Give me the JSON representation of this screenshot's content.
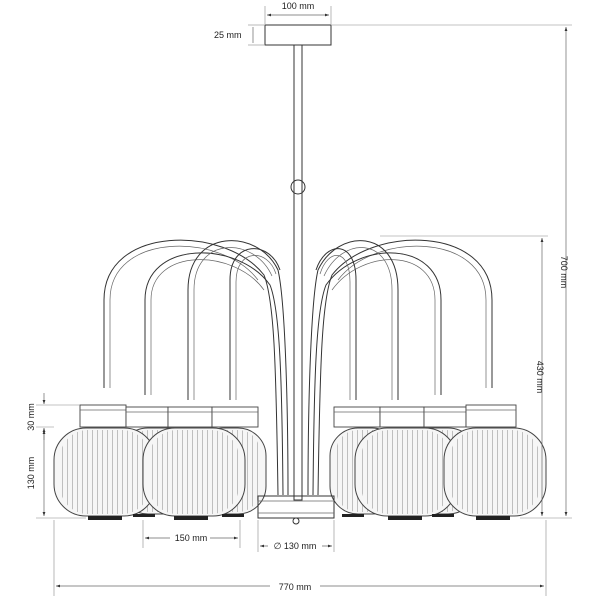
{
  "dimensions": {
    "canopy_width": "100 mm",
    "canopy_height": "25 mm",
    "total_height": "700 mm",
    "body_height": "430 mm",
    "shade_cap_height": "30 mm",
    "shade_height": "130 mm",
    "shade_width": "150 mm",
    "hub_diameter": "∅ 130 mm",
    "total_width": "770 mm"
  },
  "colors": {
    "line": "#333333",
    "dimension": "#666666",
    "shade_fill": "#f6f6f6"
  },
  "icons": {
    "arrowhead": "filled-triangle",
    "diameter": "circle-slash"
  }
}
